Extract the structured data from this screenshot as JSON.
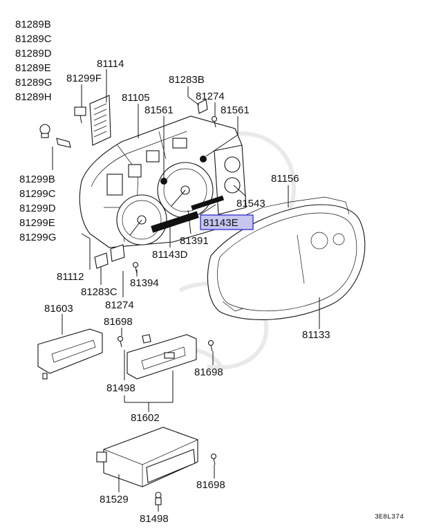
{
  "colors": {
    "highlight_fill": "#c6c6f0",
    "highlight_stroke": "#3a3ad0",
    "line": "#111111"
  },
  "labels": {
    "l81289b": "81289B",
    "l81289c": "81289C",
    "l81289d": "81289D",
    "l81289e": "81289E",
    "l81289g": "81289G",
    "l81289h": "81289H",
    "l81114": "81114",
    "l81299f": "81299F",
    "l81105": "81105",
    "l81283b": "81283B",
    "l81274a": "81274",
    "l81561a": "81561",
    "l81561b": "81561",
    "l81299b": "81299B",
    "l81299c": "81299C",
    "l81299d": "81299D",
    "l81299e": "81299E",
    "l81299g": "81299G",
    "l81156": "81156",
    "l81543": "81543",
    "l81143e": "81143E",
    "l81391": "81391",
    "l81143d": "81143D",
    "l81112": "81112",
    "l81283c": "81283C",
    "l81394": "81394",
    "l81274b": "81274",
    "l81603": "81603",
    "l81698a": "81698",
    "l81133": "81133",
    "l81698b": "81698",
    "l81498a": "81498",
    "l81602": "81602",
    "l81698c": "81698",
    "l81529": "81529",
    "l81498b": "81498",
    "code": "3E8L374"
  }
}
